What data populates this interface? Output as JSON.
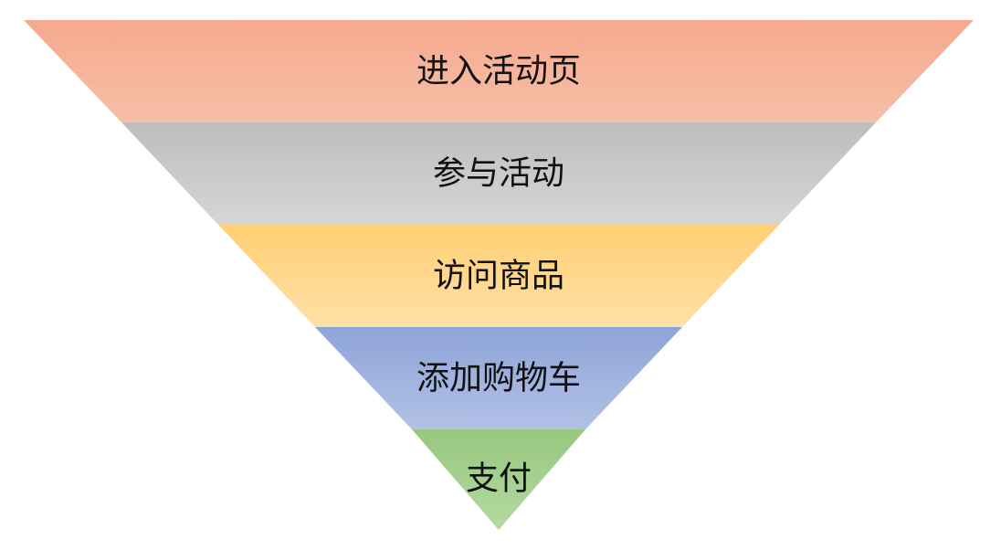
{
  "funnel": {
    "stages": [
      {
        "label": "进入活动页",
        "color_top": "#F5A98C",
        "color_bottom": "#F7BFA8"
      },
      {
        "label": "参与活动",
        "color_top": "#BDBDBD",
        "color_bottom": "#D6D6D6"
      },
      {
        "label": "访问商品",
        "color_top": "#FFCF72",
        "color_bottom": "#FFE0A8"
      },
      {
        "label": "添加购物车",
        "color_top": "#8EA4D8",
        "color_bottom": "#B2C1E6"
      },
      {
        "label": "支付",
        "color_top": "#96C87E",
        "color_bottom": "#B5D9A3"
      }
    ]
  }
}
